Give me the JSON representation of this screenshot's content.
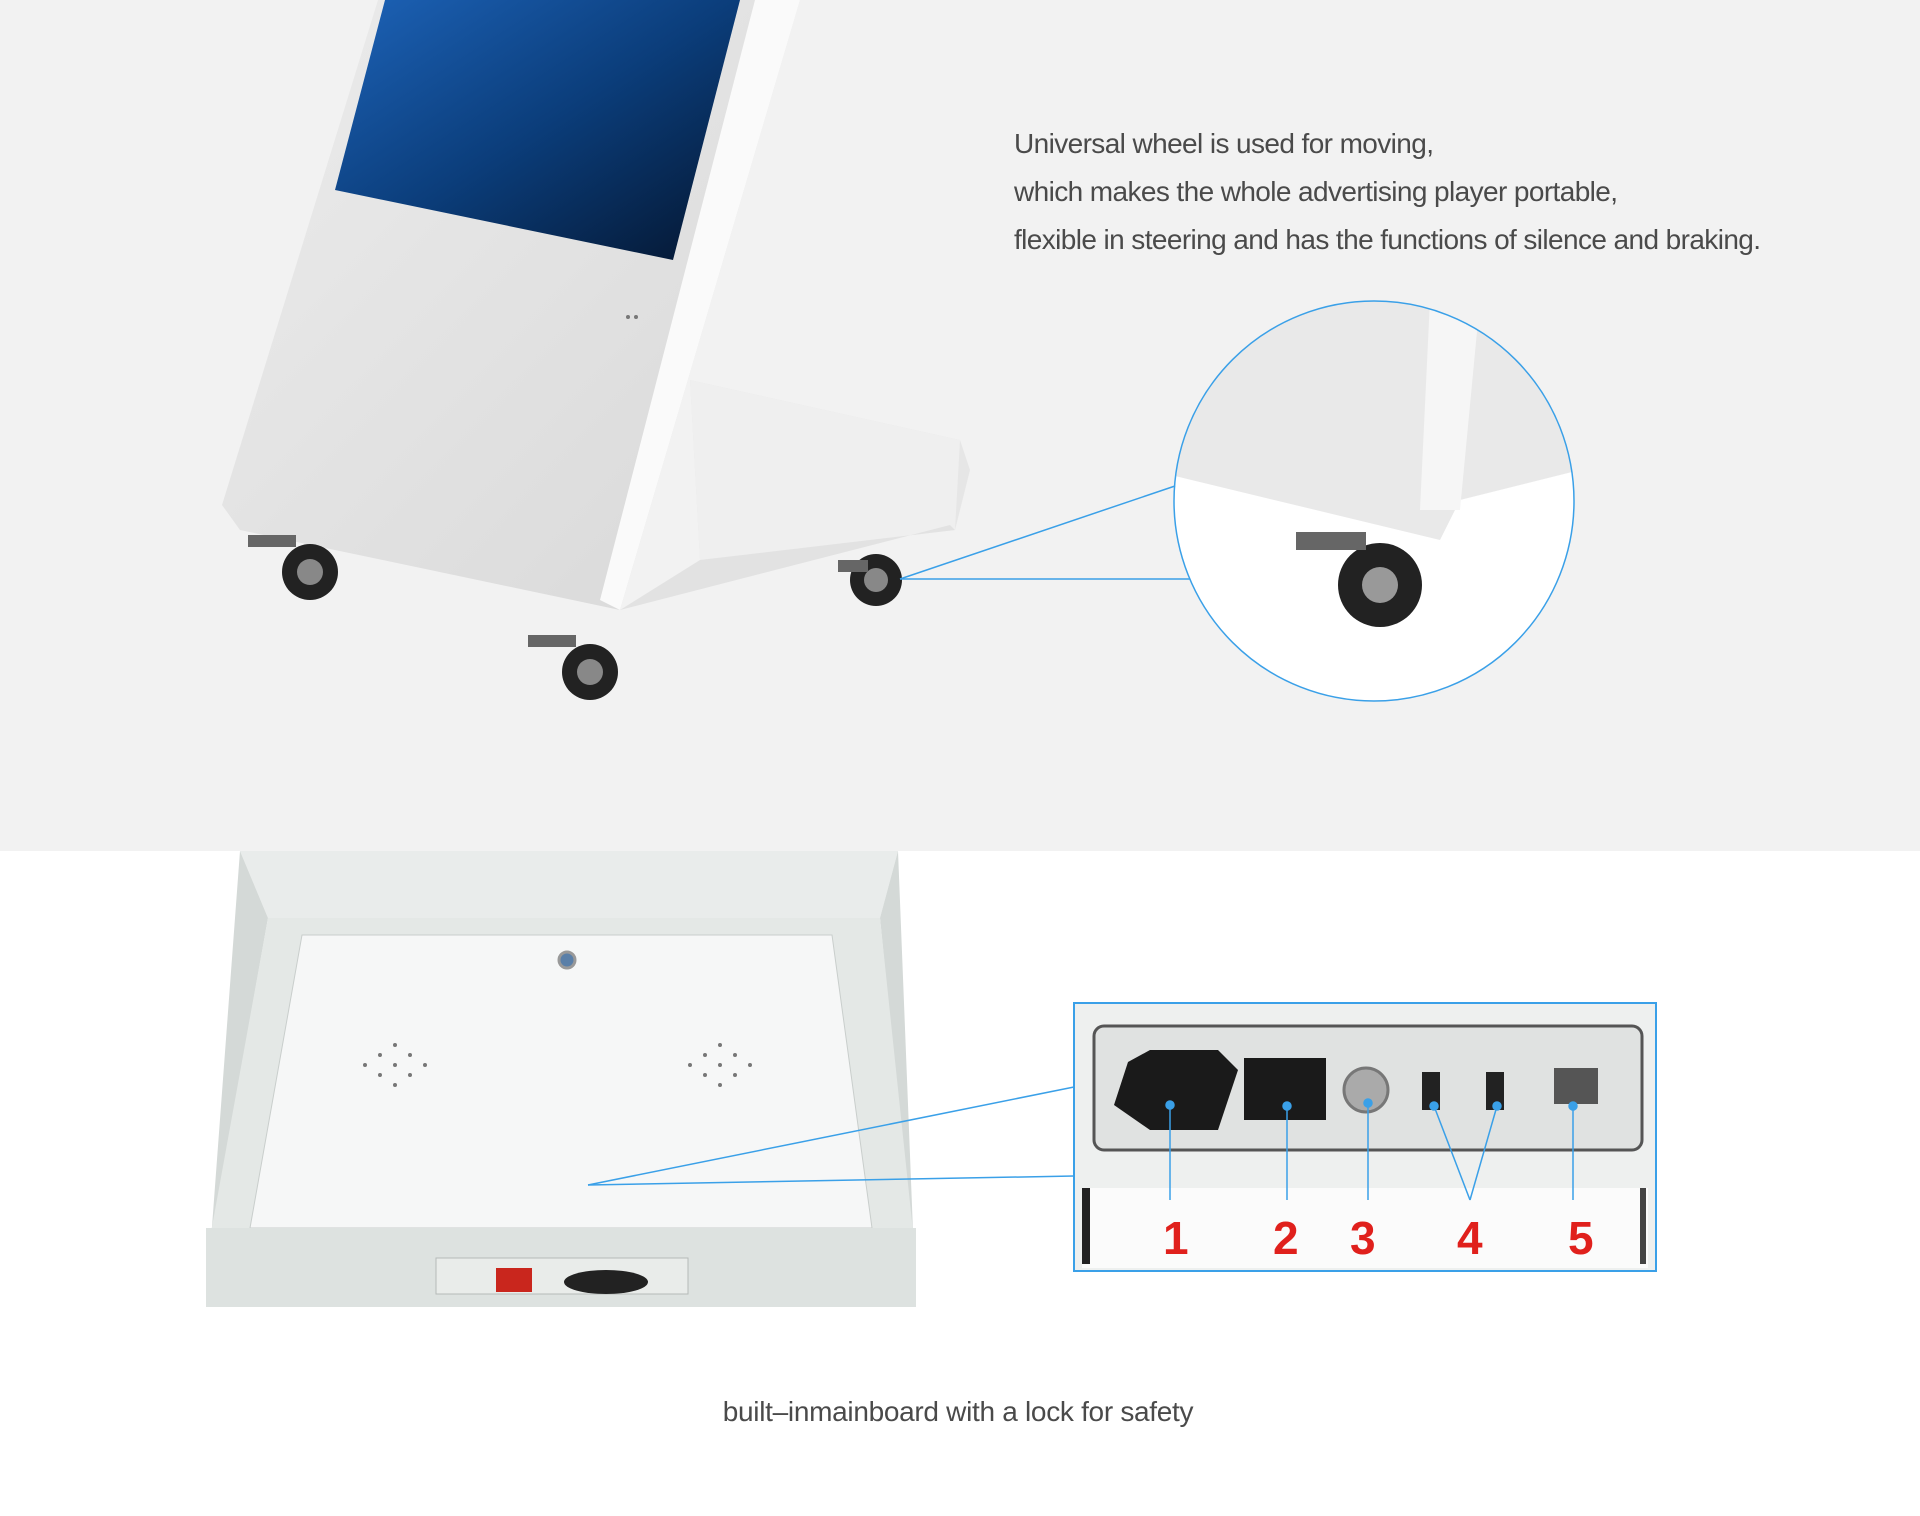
{
  "wheel_section": {
    "description_lines": [
      "Universal wheel is used for moving,",
      "which makes the whole advertising player portable,",
      "flexible in steering and has the functions of silence and braking."
    ]
  },
  "mainboard_section": {
    "port_labels": [
      "1",
      "2",
      "3",
      "4",
      "5"
    ],
    "caption": "built–inmainboard with a lock for safety"
  },
  "colors": {
    "callout_blue": "#3aa0e8",
    "label_red": "#e0201c",
    "top_background": "#f2f2f2"
  }
}
